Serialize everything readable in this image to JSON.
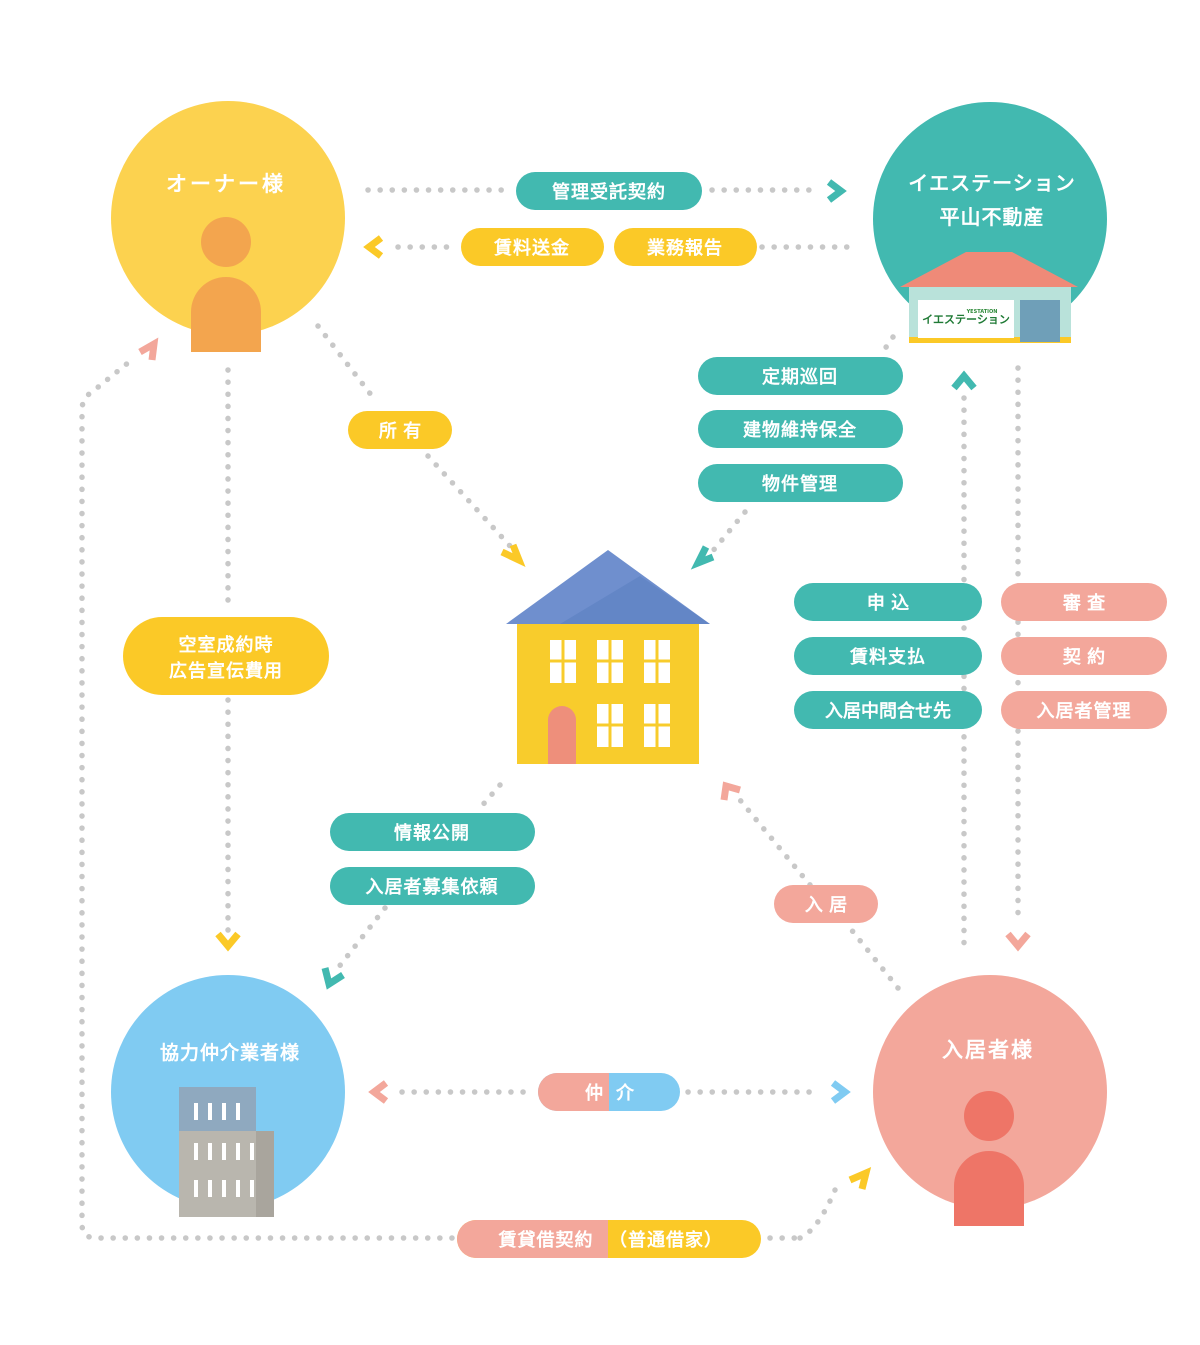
{
  "colors": {
    "yellow": "#fcd24f",
    "yellow_pill": "#fbc927",
    "teal": "#42b9b0",
    "pink": "#f3a79b",
    "blue": "#80cbf2",
    "orange": "#f3a54e",
    "coral": "#ee7567",
    "dot": "#c8c8c8"
  },
  "nodes": {
    "owner": "オーナー様",
    "company_line1": "イエステーション",
    "company_line2": "平山不動産",
    "partner": "協力仲介業者様",
    "tenant": "入居者様"
  },
  "logo": {
    "small": "YESTATION",
    "main": "イエステーション"
  },
  "labels": {
    "management_contract": "管理受託契約",
    "rent_remittance": "賃料送金",
    "business_report": "業務報告",
    "ownership": "所 有",
    "periodic_patrol": "定期巡回",
    "building_maintenance": "建物維持保全",
    "property_management": "物件管理",
    "application": "申 込",
    "rent_payment": "賃料支払",
    "contact_during_stay": "入居中問合せ先",
    "screening": "審 査",
    "contract": "契 約",
    "tenant_management": "入居者管理",
    "vacancy_ad_line1": "空室成約時",
    "vacancy_ad_line2": "広告宣伝費用",
    "info_disclosure": "情報公開",
    "tenant_recruitment": "入居者募集依頼",
    "move_in": "入 居",
    "brokerage_left": "仲",
    "brokerage_right": "介",
    "lease_left": "賃貸借契約",
    "lease_right": "（普通借家）"
  }
}
